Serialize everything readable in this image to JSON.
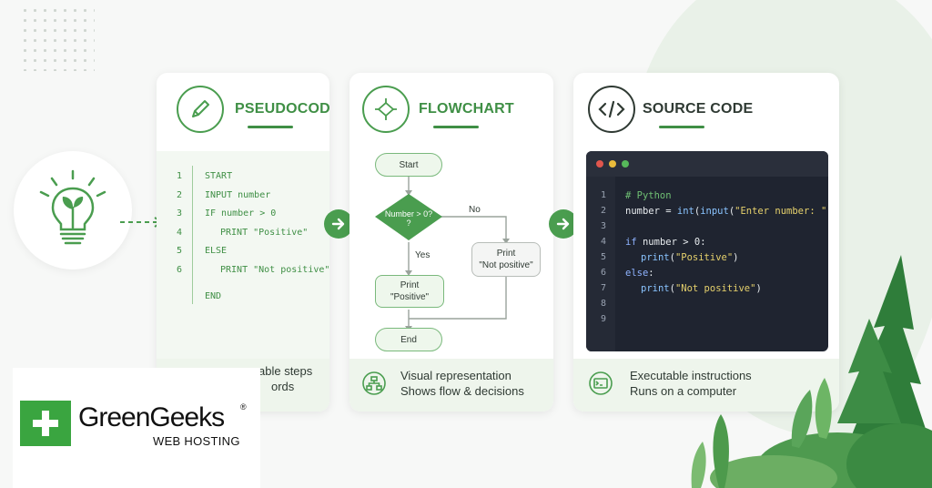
{
  "colors": {
    "accent": "#4a9d4f",
    "accent_dark": "#3f8f45",
    "foot_bg": "#eef5ec",
    "editor_bg": "#1f2430"
  },
  "pseudocode": {
    "title": "PSEUDOCODE",
    "numbers": [
      "1",
      "2",
      "3",
      "4",
      "5",
      "6"
    ],
    "lines": [
      "START",
      "INPUT number",
      "IF number > 0",
      "PRINT \"Positive\"",
      "ELSE",
      "PRINT \"Not positive\"",
      "END"
    ],
    "footer_line1": "able steps",
    "footer_line2": "ords"
  },
  "flowchart": {
    "title": "FLOWCHART",
    "start": "Start",
    "decision": "Number > 0?",
    "decision_sub": "?",
    "no_label": "No",
    "yes_label": "Yes",
    "positive_line1": "Print",
    "positive_line2": "\"Positive\"",
    "not_positive_line1": "Print",
    "not_positive_line2": "\"Not positive\"",
    "end": "End",
    "footer_line1": "Visual representation",
    "footer_line2": "Shows flow & decisions"
  },
  "source_code": {
    "title": "SOURCE CODE",
    "line_numbers": [
      "1",
      "2",
      "3",
      "4",
      "5",
      "6",
      "7",
      "8",
      "9"
    ],
    "comment": "# Python",
    "l2_var": "number = ",
    "l2_fn1": "int",
    "l2_p1": "(",
    "l2_fn2": "input",
    "l2_p2": "(",
    "l2_str": "\"Enter number: \"",
    "l2_end": "))",
    "l4_kw": "if",
    "l4_rest": " number > 0:",
    "l5_fn": "print",
    "l5_str": "\"Positive\"",
    "l6_kw": "else",
    "l6_rest": ":",
    "l7_fn": "print",
    "l7_str": "\"Not positive\"",
    "paren_open": "(",
    "paren_close": ")",
    "footer_line1": "Executable instructions",
    "footer_line2": "Runs on a computer"
  },
  "logo": {
    "name": "GreenGeeks",
    "registered": "®",
    "subtitle": "WEB HOSTING"
  }
}
